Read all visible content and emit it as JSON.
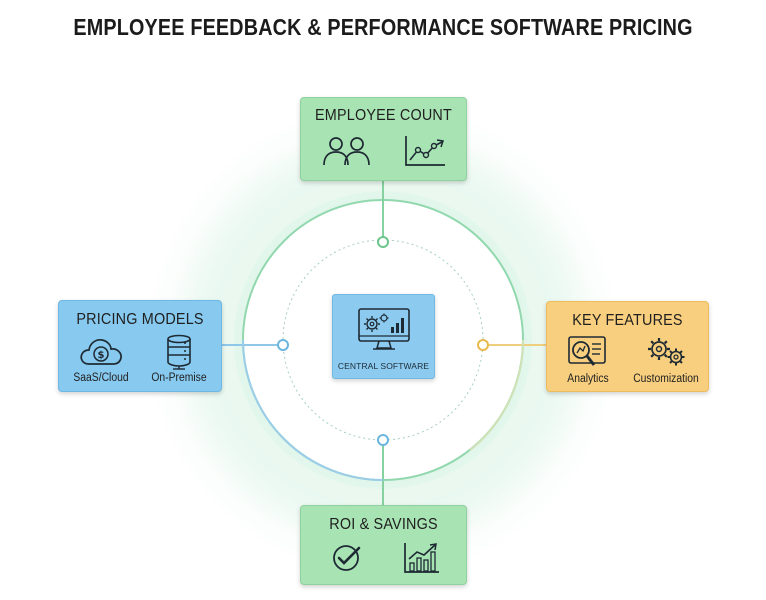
{
  "title": "EMPLOYEE FEEDBACK & PERFORMANCE SOFTWARE PRICING",
  "central": {
    "label": "CENTRAL SOFTWARE",
    "icon": "monitor-gears-chart-icon"
  },
  "nodes": {
    "employee_count": {
      "title": "EMPLOYEE COUNT",
      "icons": [
        "people-icon",
        "growth-chart-icon"
      ]
    },
    "pricing_models": {
      "title": "PRICING MODELS",
      "items": [
        {
          "label": "SaaS/Cloud",
          "icon": "cloud-dollar-icon"
        },
        {
          "label": "On-Premise",
          "icon": "server-icon"
        }
      ]
    },
    "key_features": {
      "title": "KEY FEATURES",
      "items": [
        {
          "label": "Analytics",
          "icon": "analytics-magnifier-icon"
        },
        {
          "label": "Customization",
          "icon": "gears-icon"
        }
      ]
    },
    "roi_savings": {
      "title": "ROI & SAVINGS",
      "icons": [
        "checkmark-circle-icon",
        "bar-chart-growth-icon"
      ]
    }
  },
  "colors": {
    "green": "#a8e3b3",
    "blue": "#87c9ef",
    "yellow": "#f8cf7e",
    "ring": "#86d6a8",
    "glow": "#d8f3e6"
  }
}
